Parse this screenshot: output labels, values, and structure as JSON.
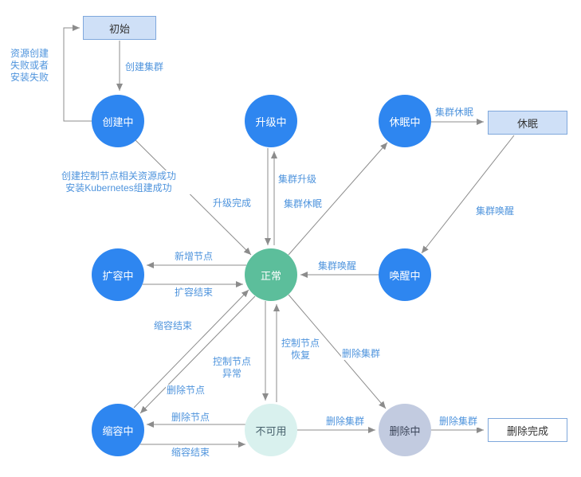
{
  "diagram": {
    "nodes": {
      "initial": {
        "label": "初始",
        "shape": "rect"
      },
      "creating": {
        "label": "创建中",
        "shape": "circle"
      },
      "upgrading": {
        "label": "升级中",
        "shape": "circle"
      },
      "hibernating": {
        "label": "休眠中",
        "shape": "circle"
      },
      "hibernated": {
        "label": "休眠",
        "shape": "rect"
      },
      "scaling_out": {
        "label": "扩容中",
        "shape": "circle"
      },
      "normal": {
        "label": "正常",
        "shape": "circle"
      },
      "waking": {
        "label": "唤醒中",
        "shape": "circle"
      },
      "scaling_in": {
        "label": "缩容中",
        "shape": "circle"
      },
      "unavailable": {
        "label": "不可用",
        "shape": "circle"
      },
      "deleting": {
        "label": "删除中",
        "shape": "circle"
      },
      "deleted": {
        "label": "删除完成",
        "shape": "rect"
      }
    },
    "edge_labels": {
      "create_cluster": "创建集群",
      "create_fail_line1": "资源创建",
      "create_fail_line2": "失败或者",
      "create_fail_line3": "安装失败",
      "create_success_line1": "创建控制节点相关资源成功",
      "create_success_line2": "安装Kubernetes组建成功",
      "cluster_upgrade": "集群升级",
      "upgrade_done": "升级完成",
      "hibernate_to_node": "集群休眠",
      "hibernate_to_box": "集群休眠",
      "wake_from_box": "集群唤醒",
      "wake_to_normal": "集群唤醒",
      "add_node": "新增节点",
      "scale_out_done": "扩容结束",
      "scale_in_done_upper": "缩容结束",
      "delete_node_upper": "删除节点",
      "master_error_line1": "控制节点",
      "master_error_line2": "异常",
      "master_recover_line1": "控制节点",
      "master_recover_line2": "恢复",
      "delete_cluster_diag": "删除集群",
      "delete_node_lower": "删除节点",
      "scale_in_done_lower": "缩容结束",
      "delete_cluster_mid": "删除集群",
      "delete_cluster_right": "删除集群"
    },
    "colors": {
      "node_blue": "#2E86F0",
      "node_green": "#5CBE9B",
      "node_pale_cyan": "#D9F1EE",
      "node_gray_blue": "#C2CBE0",
      "box_fill": "#CFE0F7",
      "box_border": "#7FA8DC",
      "edge_line": "#8C8C8C",
      "edge_label_text": "#4F94DD"
    }
  }
}
